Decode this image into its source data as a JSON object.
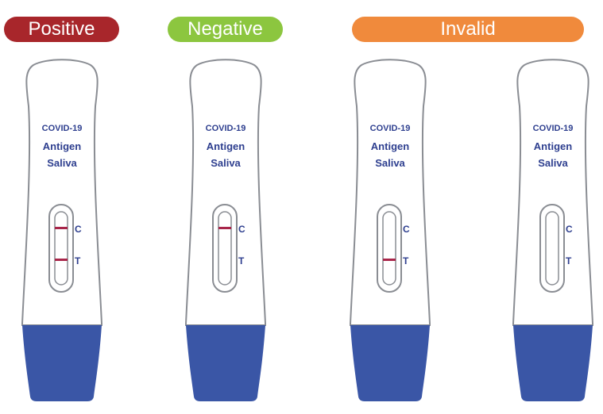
{
  "categories": [
    {
      "id": "positive",
      "label": "Positive",
      "color": "#a8262b"
    },
    {
      "id": "negative",
      "label": "Negative",
      "color": "#8cc63f"
    },
    {
      "id": "invalid",
      "label": "Invalid",
      "color": "#f08a3c"
    }
  ],
  "devices": [
    {
      "line1": "COVID-19",
      "line2": "Antigen",
      "line3": "Saliva",
      "control_letter": "C",
      "test_letter": "T",
      "control_line": true,
      "test_line": true
    },
    {
      "line1": "COVID-19",
      "line2": "Antigen",
      "line3": "Saliva",
      "control_letter": "C",
      "test_letter": "T",
      "control_line": true,
      "test_line": false
    },
    {
      "line1": "COVID-19",
      "line2": "Antigen",
      "line3": "Saliva",
      "control_letter": "C",
      "test_letter": "T",
      "control_line": false,
      "test_line": true
    },
    {
      "line1": "COVID-19",
      "line2": "Antigen",
      "line3": "Saliva",
      "control_letter": "C",
      "test_letter": "T",
      "control_line": false,
      "test_line": false
    }
  ],
  "colors": {
    "cap": "#3a56a6",
    "body_stroke": "#8a8d93",
    "result_line": "#a8264a",
    "text": "#2e3f8f"
  }
}
